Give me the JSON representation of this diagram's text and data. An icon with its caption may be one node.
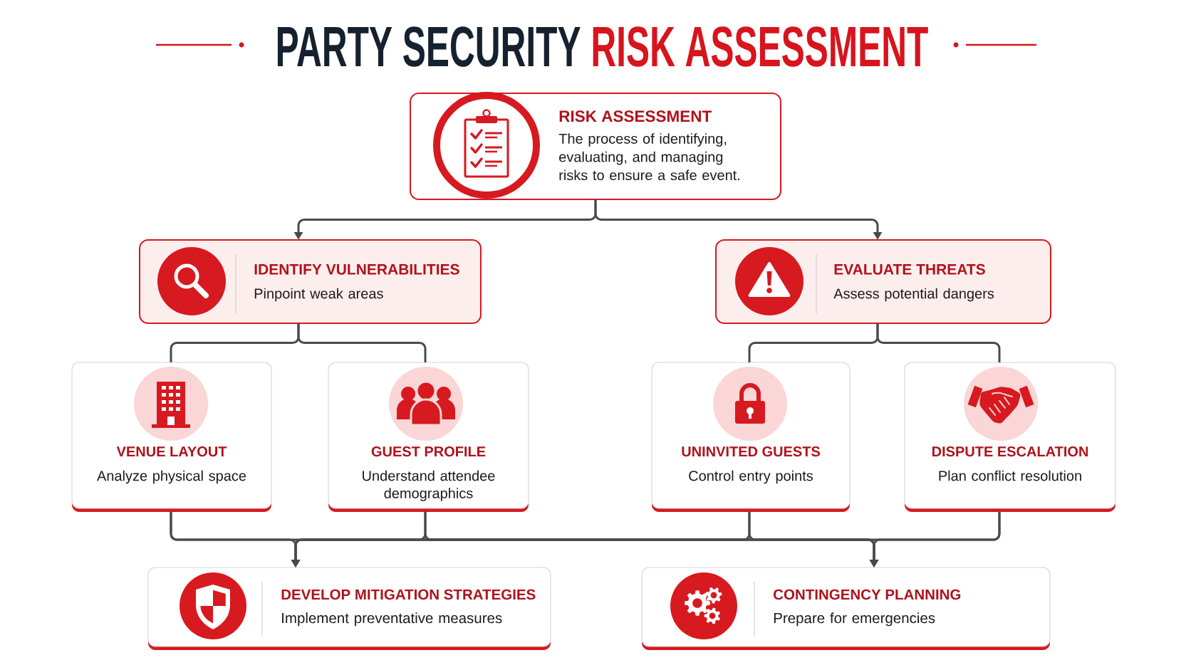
{
  "diagram": {
    "title": "PARTY SECURITY RISK ASSESSMENT",
    "nodes": [
      {
        "text": [
          "RISK ASSESSMENT",
          "The process of identifying, evaluating, and managing risks to ensure a safe event."
        ]
      },
      {
        "text": [
          "IDENTIFY VULNERABILITIES",
          "Pinpoint weak areas"
        ]
      },
      {
        "text": [
          "EVALUATE THREATS",
          "Assess potential dangers"
        ]
      },
      {
        "text": [
          "VENUE LAYOUT",
          "Analyze physical space"
        ]
      },
      {
        "text": [
          "GUEST PROFILE",
          "Understand attendee demographics"
        ]
      },
      {
        "text": [
          "UNINVITED GUESTS",
          "Control entry points"
        ]
      },
      {
        "text": [
          "DISPUTE ESCALATION",
          "Plan conflict resolution"
        ]
      },
      {
        "text": [
          "DEVELOP MITIGATION STRATEGIES",
          "Implement preventative measures"
        ]
      },
      {
        "text": [
          "CONTINGENCY PLANNING",
          "Prepare for emergencies"
        ]
      }
    ],
    "edges": [
      {
        "from": 0,
        "to": 1,
        "arrow": "to"
      },
      {
        "from": 0,
        "to": 2,
        "arrow": "to"
      },
      {
        "from": 1,
        "to": 3,
        "arrow": "none"
      },
      {
        "from": 1,
        "to": 4,
        "arrow": "none"
      },
      {
        "from": 2,
        "to": 5,
        "arrow": "none"
      },
      {
        "from": 2,
        "to": 6,
        "arrow": "none"
      },
      {
        "from": 3,
        "to": 7,
        "arrow": "to"
      },
      {
        "from": 4,
        "to": 7,
        "arrow": "to"
      },
      {
        "from": 5,
        "to": 7,
        "arrow": "to"
      },
      {
        "from": 6,
        "to": 7,
        "arrow": "to"
      },
      {
        "from": 3,
        "to": 8,
        "arrow": "to"
      },
      {
        "from": 4,
        "to": 8,
        "arrow": "to"
      },
      {
        "from": 5,
        "to": 8,
        "arrow": "to"
      },
      {
        "from": 6,
        "to": 8,
        "arrow": "to"
      }
    ]
  }
}
